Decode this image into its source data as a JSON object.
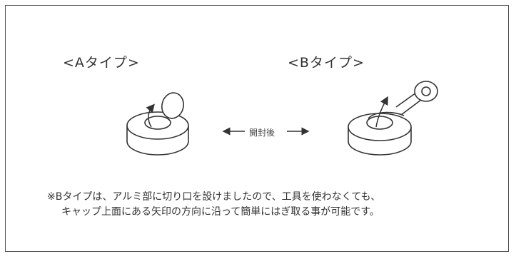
{
  "labels": {
    "type_a": "<Aタイプ>",
    "type_b": "<Bタイプ>",
    "after_open": "開封後"
  },
  "note": {
    "line1": "※Bタイプは、アルミ部に切り口を設けましたので、工具を使わなくても、",
    "line2": "キャップ上面にある矢印の方向に沿って簡単にはぎ取る事が可能です。"
  },
  "colors": {
    "stroke": "#333333",
    "border": "#555555",
    "background": "#ffffff"
  }
}
